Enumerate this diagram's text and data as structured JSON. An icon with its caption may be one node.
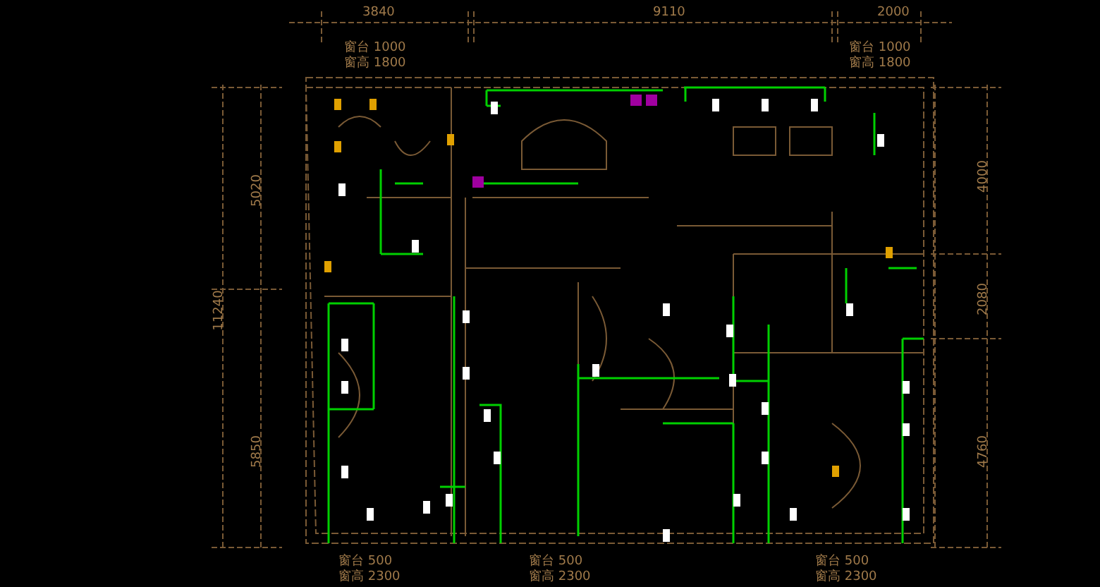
{
  "diagram": {
    "labels": [
      "3840",
      "9110",
      "2000",
      "窗台 1000",
      "窗高 1800",
      "窗台 1000",
      "窗高 1800",
      "11240",
      "5020",
      "5850",
      "4000",
      "2080",
      "4760",
      "窗台 500",
      "窗高 2300",
      "窗台 500",
      "窗高 2300",
      "窗台 500",
      "窗高 2300"
    ]
  }
}
